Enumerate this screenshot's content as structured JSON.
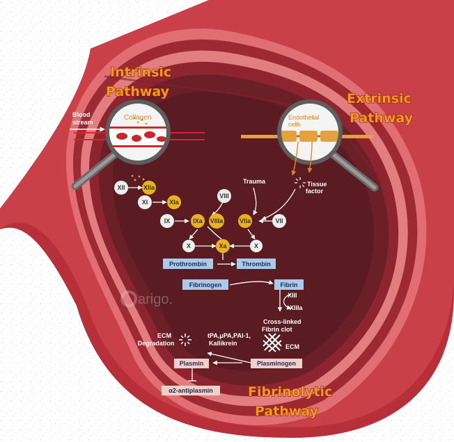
{
  "titles": {
    "intrinsic": [
      "Intrinsic",
      "Pathway"
    ],
    "extrinsic": [
      "Extrinsic",
      "Pathway"
    ],
    "fibrinolytic": [
      "Fibrinolytic",
      "Pathway"
    ]
  },
  "labels": {
    "blood_stream": [
      "Blood",
      "stream"
    ],
    "collagen": "Collagen",
    "endothelial": [
      "Endothelial",
      "cells"
    ],
    "trauma": "Trauma",
    "tissue_factor": [
      "Tissue",
      "factor"
    ],
    "cross_linked": [
      "Cross-linked",
      "Fibrin clot"
    ],
    "ecm": "ECM",
    "ecm_degradation": [
      "ECM",
      "Degradation"
    ],
    "enzymes": [
      "tPA,μPA,PAI-1,",
      "Kallikrein"
    ],
    "xiii": "XIII",
    "xiiia": "XIIIa"
  },
  "factors": {
    "xii": "XII",
    "xiia": "XIIa",
    "xi": "XI",
    "xia": "XIa",
    "ix": "IX",
    "ixa": "IXa",
    "viii": "VIII",
    "viiia": "VIIIa",
    "viia": "VIIa",
    "vii": "VII",
    "x_left": "X",
    "xa": "Xa",
    "x_right": "X"
  },
  "boxes": {
    "prothrombin": "Prothrombin",
    "thrombin": "Thrombin",
    "fibrinogen": "Fibrinogen",
    "fibrin": "Fibrin",
    "plasmin": "Plasmin",
    "plasminogen": "Plasminogen",
    "antiplasmin": "α2-antiplasmin"
  },
  "watermark": "arigo.",
  "colors": {
    "vessel_outer": "#c2363f",
    "vessel_lumen": "#5a1c22",
    "inactive_factor": "#eeeeee",
    "active_factor": "#e9b31f",
    "blue_box": "#a9cbe9",
    "pink_box": "#f2d0c8",
    "title_orange": "#f39a1c"
  }
}
